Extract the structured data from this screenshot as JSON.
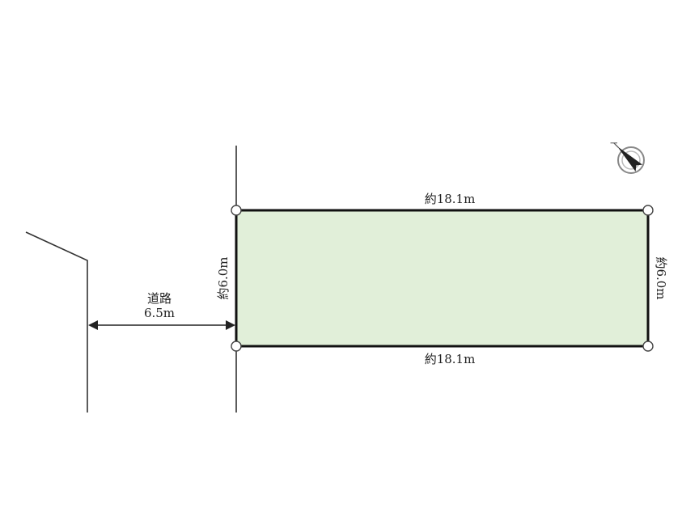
{
  "lot": {
    "top_dimension": "約18.1m",
    "bottom_dimension": "約18.1m",
    "left_dimension": "約6.0m",
    "right_dimension": "約6.0m",
    "fill_color": "#e1efd9",
    "border_color": "#111111"
  },
  "road": {
    "label": "道路",
    "width": "6.5m"
  },
  "compass": {
    "icon": "north-arrow-icon"
  }
}
